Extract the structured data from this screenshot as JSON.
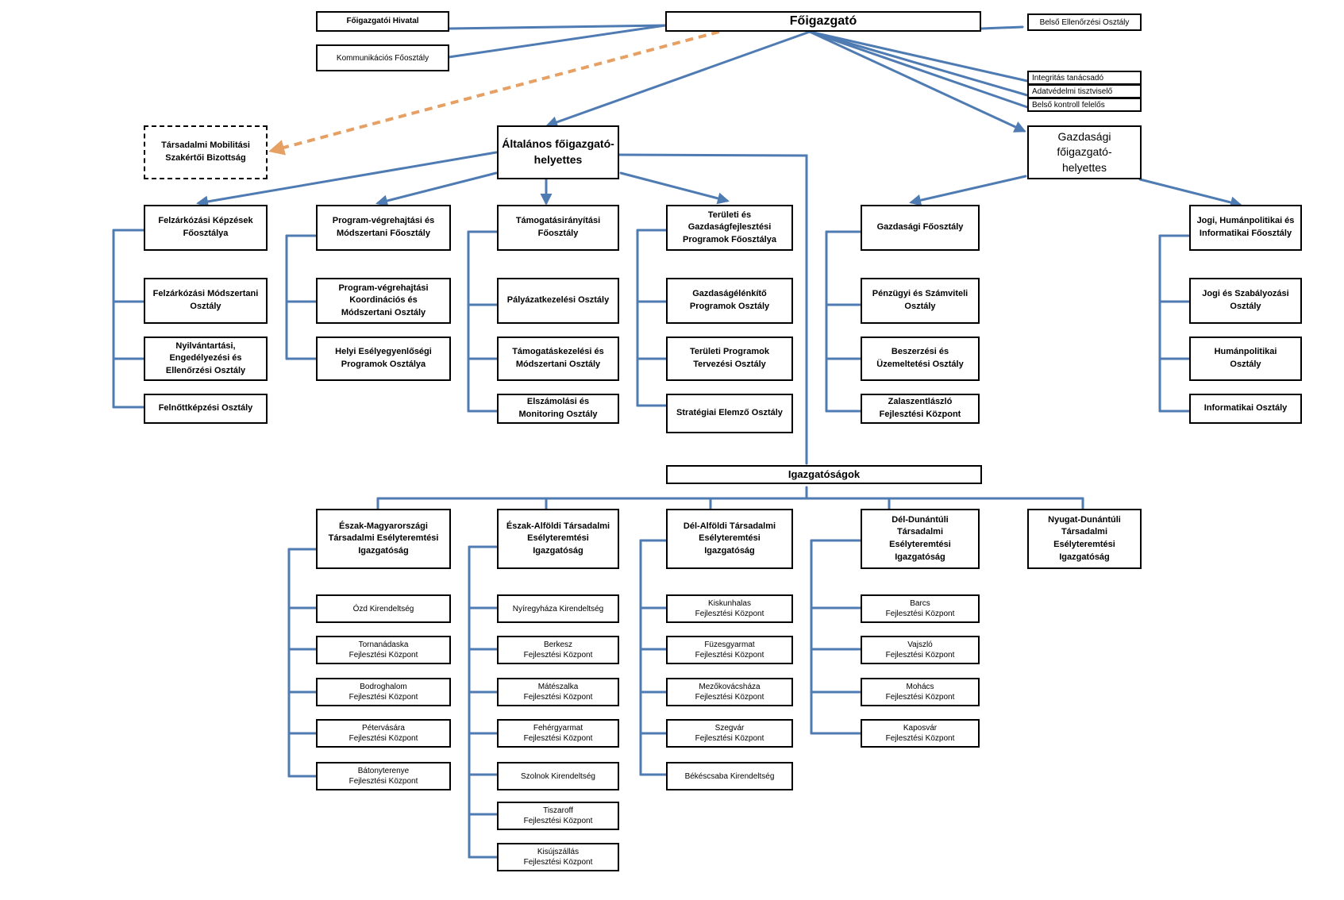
{
  "colors": {
    "connector": "#4f7bb3",
    "dashed_link": "#e6a064",
    "box_border": "#000000"
  },
  "top": {
    "director_general": "Főigazgató",
    "office": "Főigazgatói Hivatal",
    "communication": "Kommunikációs Főosztály",
    "internal_audit": "Belső Ellenőrzési Osztály",
    "integrity": "Integritás tanácsadó",
    "data_protection": "Adatvédelmi tisztviselő",
    "internal_control": "Belső kontroll felelős",
    "mobility_committee": "Társadalmi Mobilitási\nSzakértői Bizottság"
  },
  "deputies": {
    "general": "Általános főigazgató-\nhelyettes",
    "economic": "Gazdasági\nfőigazgató-\nhelyettes"
  },
  "departments": {
    "felzarkozasi": {
      "head": "Felzárkózási Képzések\nFőosztálya",
      "units": [
        "Felzárkózási Módszertani\nOsztály",
        "Nyilvántartási,\nEngedélyezési és\nEllenőrzési Osztály",
        "Felnőttképzési Osztály"
      ]
    },
    "program": {
      "head": "Program-végrehajtási és\nMódszertani Főosztály",
      "units": [
        "Program-végrehajtási\nKoordinációs és\nMódszertani Osztály",
        "Helyi Esélyegyenlőségi\nProgramok Osztálya"
      ]
    },
    "tamogatas": {
      "head": "Támogatásirányítási\nFőosztály",
      "units": [
        "Pályázatkezelési Osztály",
        "Támogatáskezelési és\nMódszertani Osztály",
        "Elszámolási és\nMonitoring Osztály"
      ]
    },
    "teruleti": {
      "head": "Területi és\nGazdaságfejlesztési\nProgramok Főosztálya",
      "units": [
        "Gazdaságélénkítő\nProgramok Osztály",
        "Területi Programok\nTervezési Osztály",
        "Stratégiai Elemző Osztály"
      ]
    },
    "gazdasagi": {
      "head": "Gazdasági Főosztály",
      "units": [
        "Pénzügyi és Számviteli\nOsztály",
        "Beszerzési és\nÜzemeltetési Osztály",
        "Zalaszentlászló\nFejlesztési Központ"
      ]
    },
    "jogi": {
      "head": "Jogi, Humánpolitikai és\nInformatikai Főosztály",
      "units": [
        "Jogi és Szabályozási\nOsztály",
        "Humánpolitikai\nOsztály",
        "Informatikai Osztály"
      ]
    }
  },
  "directorates": {
    "title": "Igazgatóságok",
    "eszak_magyar": {
      "head": "Észak-Magyarországi\nTársadalmi Esélyteremtési\nIgazgatóság",
      "units": [
        "Ózd Kirendeltség",
        "Tornanádaska\nFejlesztési Központ",
        "Bodroghalom\nFejlesztési Központ",
        "Pétervására\nFejlesztési Központ",
        "Bátonyterenye\nFejlesztési Központ"
      ]
    },
    "eszak_alfold": {
      "head": "Észak-Alföldi Társadalmi\nEsélyteremtési\nIgazgatóság",
      "units": [
        "Nyíregyháza Kirendeltség",
        "Berkesz\nFejlesztési Központ",
        "Mátészalka\nFejlesztési Központ",
        "Fehérgyarmat\nFejlesztési Központ",
        "Szolnok Kirendeltség",
        "Tiszaroff\nFejlesztési Központ",
        "Kisújszállás\nFejlesztési Központ"
      ]
    },
    "del_alfold": {
      "head": "Dél-Alföldi Társadalmi\nEsélyteremtési\nIgazgatóság",
      "units": [
        "Kiskunhalas\nFejlesztési Központ",
        "Füzesgyarmat\nFejlesztési Központ",
        "Mezőkovácsháza\nFejlesztési Központ",
        "Szegvár\nFejlesztési Központ",
        "Békéscsaba Kirendeltség"
      ]
    },
    "del_dunantul": {
      "head": "Dél-Dunántúli\nTársadalmi\nEsélyteremtési\nIgazgatóság",
      "units": [
        "Barcs\nFejlesztési Központ",
        "Vajszló\nFejlesztési Központ",
        "Mohács\nFejlesztési Központ",
        "Kaposvár\nFejlesztési Központ"
      ]
    },
    "nyugat_dunantul": {
      "head": "Nyugat-Dunántúli\nTársadalmi\nEsélyteremtési\nIgazgatóság"
    }
  }
}
